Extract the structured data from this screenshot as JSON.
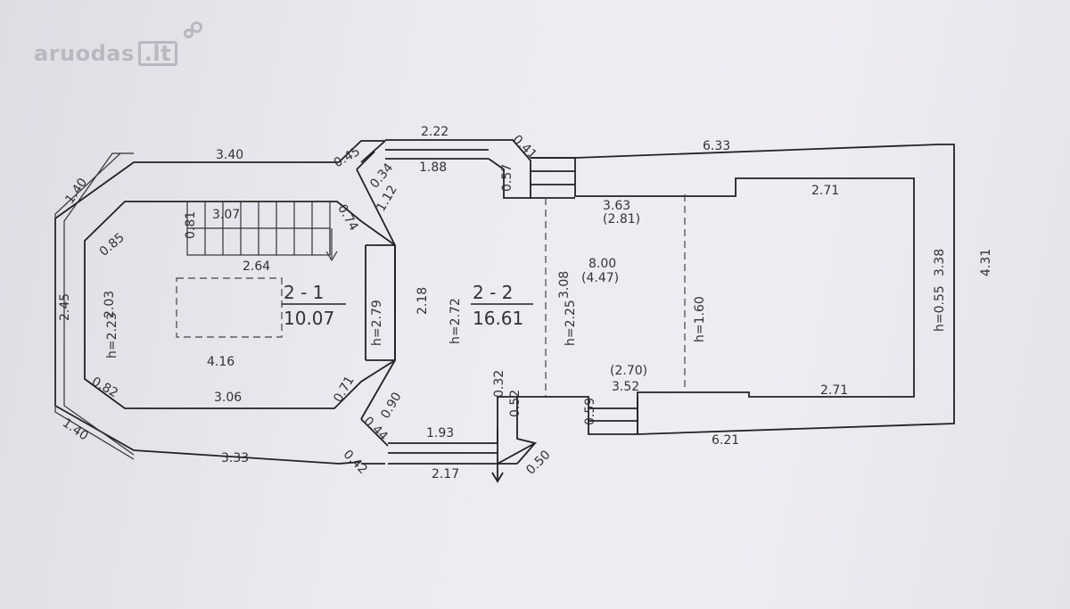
{
  "watermark": {
    "name": "aruodas",
    "tld": ".lt"
  },
  "rooms": [
    {
      "code": "2 - 1",
      "area": "10.07"
    },
    {
      "code": "2 - 2",
      "area": "16.61"
    }
  ],
  "dims": {
    "d340": "3.40",
    "d045": "0.45",
    "d222": "2.22",
    "d188": "1.88",
    "d041": "0.41",
    "d633": "6.33",
    "d140a": "1.40",
    "d140b": "1.40",
    "d034": "0.34",
    "d112": "1.12",
    "d057": "0.57",
    "d307": "3.07",
    "d081": "0.81",
    "d074": "0.74",
    "d085": "0.85",
    "d363": "3.63",
    "d281": "(2.81)",
    "d271a": "2.71",
    "d264": "2.64",
    "d800": "8.00",
    "d447": "(4.47)",
    "d245": "2.45",
    "d203": "2.03",
    "d218": "2.18",
    "d308": "3.08",
    "d338": "3.38",
    "d431": "4.31",
    "d416": "4.16",
    "d082": "0.82",
    "d306": "3.06",
    "d071": "0.71",
    "d090": "0.90",
    "d032": "0.32",
    "d052": "0.52",
    "d270": "(2.70)",
    "d352": "3.52",
    "d271b": "2.71",
    "d059": "0.59",
    "d044": "0.44",
    "d193": "1.93",
    "d333": "3.33",
    "d042": "0.42",
    "d217": "2.17",
    "d050": "0.50",
    "d621": "6.21"
  },
  "heights": {
    "h223": "h=2.23",
    "h279": "h=2.79",
    "h272": "h=2.72",
    "h225": "h=2.25",
    "h160": "h=1.60",
    "h055": "h=0.55"
  }
}
